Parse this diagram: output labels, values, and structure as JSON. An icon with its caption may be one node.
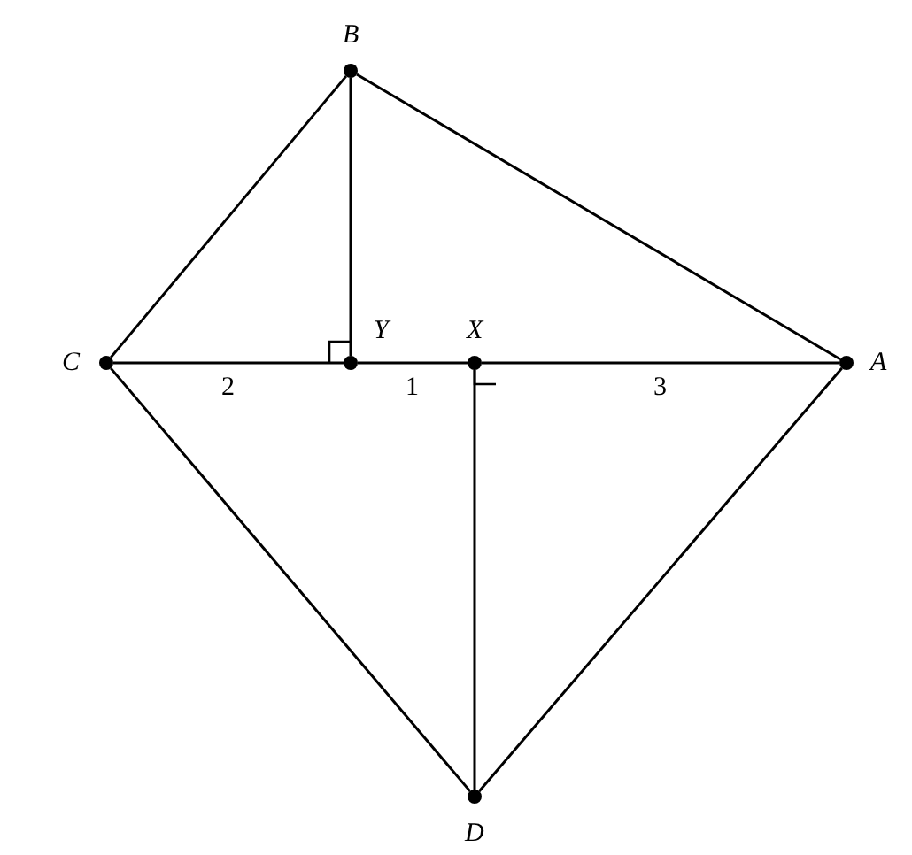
{
  "diagram": {
    "nodes": [
      {
        "text": [
          "B"
        ]
      },
      {
        "text": [
          "C"
        ]
      },
      {
        "text": [
          "Y"
        ]
      },
      {
        "text": [
          "X"
        ]
      },
      {
        "text": [
          "A"
        ]
      },
      {
        "text": [
          "D"
        ]
      }
    ],
    "edges": [
      {
        "from": 0,
        "to": 1,
        "arrow": "none"
      },
      {
        "from": 0,
        "to": 4,
        "arrow": "none"
      },
      {
        "from": 0,
        "to": 2,
        "arrow": "none"
      },
      {
        "from": 1,
        "to": 2,
        "arrow": "none",
        "label": "2"
      },
      {
        "from": 2,
        "to": 3,
        "arrow": "none",
        "label": "1"
      },
      {
        "from": 3,
        "to": 4,
        "arrow": "none",
        "label": "3"
      },
      {
        "from": 1,
        "to": 5,
        "arrow": "none"
      },
      {
        "from": 4,
        "to": 5,
        "arrow": "none"
      },
      {
        "from": 3,
        "to": 5,
        "arrow": "none"
      }
    ]
  }
}
